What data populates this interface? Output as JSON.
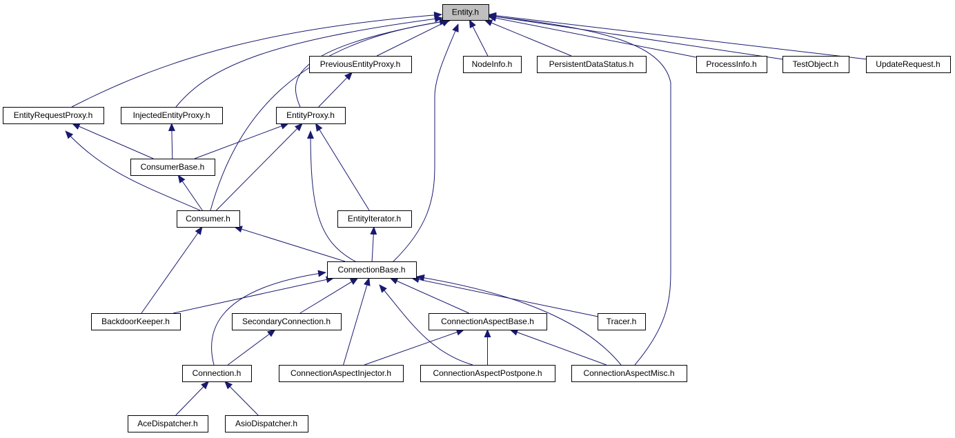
{
  "colors": {
    "edge": "#191970",
    "root_fill": "#bfbfbf",
    "node_fill": "#ffffff",
    "border": "#000000"
  },
  "nodes": {
    "entity": "Entity.h",
    "previous_entity_proxy": "PreviousEntityProxy.h",
    "node_info": "NodeInfo.h",
    "persistent_data_status": "PersistentDataStatus.h",
    "process_info": "ProcessInfo.h",
    "test_object": "TestObject.h",
    "update_request": "UpdateRequest.h",
    "entity_request_proxy": "EntityRequestProxy.h",
    "injected_entity_proxy": "InjectedEntityProxy.h",
    "entity_proxy": "EntityProxy.h",
    "consumer_base": "ConsumerBase.h",
    "consumer": "Consumer.h",
    "entity_iterator": "EntityIterator.h",
    "connection_base": "ConnectionBase.h",
    "backdoor_keeper": "BackdoorKeeper.h",
    "secondary_connection": "SecondaryConnection.h",
    "connection_aspect_base": "ConnectionAspectBase.h",
    "tracer": "Tracer.h",
    "connection": "Connection.h",
    "connection_aspect_injector": "ConnectionAspectInjector.h",
    "connection_aspect_postpone": "ConnectionAspectPostpone.h",
    "connection_aspect_misc": "ConnectionAspectMisc.h",
    "ace_dispatcher": "AceDispatcher.h",
    "asio_dispatcher": "AsioDispatcher.h"
  },
  "edges": [
    [
      "previous_entity_proxy",
      "entity"
    ],
    [
      "node_info",
      "entity"
    ],
    [
      "persistent_data_status",
      "entity"
    ],
    [
      "process_info",
      "entity"
    ],
    [
      "test_object",
      "entity"
    ],
    [
      "update_request",
      "entity"
    ],
    [
      "entity_request_proxy",
      "entity"
    ],
    [
      "injected_entity_proxy",
      "entity"
    ],
    [
      "entity_proxy",
      "entity"
    ],
    [
      "consumer",
      "entity"
    ],
    [
      "connection_base",
      "entity"
    ],
    [
      "connection_aspect_misc",
      "entity"
    ],
    [
      "entity_proxy",
      "previous_entity_proxy"
    ],
    [
      "consumer_base",
      "entity_request_proxy"
    ],
    [
      "consumer_base",
      "injected_entity_proxy"
    ],
    [
      "consumer_base",
      "entity_proxy"
    ],
    [
      "consumer",
      "entity_request_proxy"
    ],
    [
      "consumer",
      "entity_proxy"
    ],
    [
      "consumer",
      "consumer_base"
    ],
    [
      "entity_iterator",
      "entity_proxy"
    ],
    [
      "connection_base",
      "entity_proxy"
    ],
    [
      "connection_base",
      "consumer"
    ],
    [
      "connection_base",
      "entity_iterator"
    ],
    [
      "backdoor_keeper",
      "consumer"
    ],
    [
      "backdoor_keeper",
      "connection_base"
    ],
    [
      "secondary_connection",
      "connection_base"
    ],
    [
      "connection_aspect_base",
      "connection_base"
    ],
    [
      "tracer",
      "connection_base"
    ],
    [
      "connection",
      "connection_base"
    ],
    [
      "connection",
      "secondary_connection"
    ],
    [
      "connection_aspect_injector",
      "connection_base"
    ],
    [
      "connection_aspect_injector",
      "connection_aspect_base"
    ],
    [
      "connection_aspect_postpone",
      "connection_base"
    ],
    [
      "connection_aspect_postpone",
      "connection_aspect_base"
    ],
    [
      "connection_aspect_misc",
      "connection_base"
    ],
    [
      "connection_aspect_misc",
      "connection_aspect_base"
    ],
    [
      "ace_dispatcher",
      "connection"
    ],
    [
      "asio_dispatcher",
      "connection"
    ]
  ]
}
